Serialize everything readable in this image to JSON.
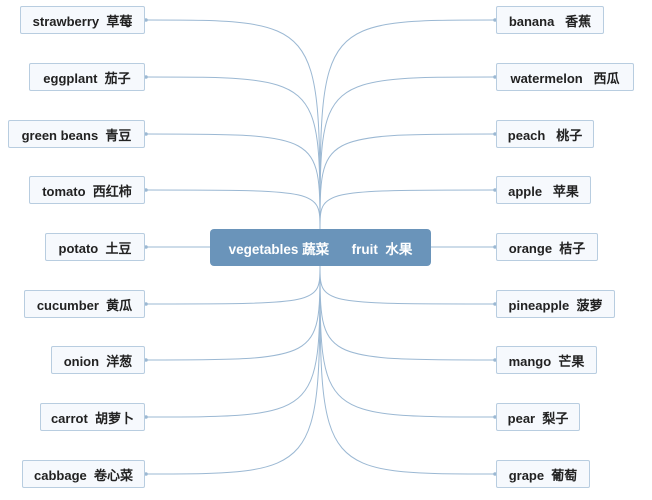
{
  "center": {
    "label": "vegetables 蔬菜      fruit  水果"
  },
  "vegetables": [
    "strawberry  草莓",
    "eggplant  茄子",
    "green beans  青豆",
    "tomato  西红柿",
    "potato  土豆",
    "cucumber  黄瓜",
    "onion  洋葱",
    "carrot  胡萝卜",
    "cabbage  卷心菜"
  ],
  "fruits": [
    "banana   香蕉",
    "watermelon   西瓜",
    "peach   桃子",
    "apple   苹果",
    "orange  桔子",
    "pineapple  菠萝",
    "mango  芒果",
    "pear  梨子",
    "grape  葡萄"
  ],
  "colors": {
    "center_fill": "#6a94ba",
    "node_fill": "#f6f9fd",
    "node_border": "#b8cde0",
    "link": "#9bb8d3"
  }
}
